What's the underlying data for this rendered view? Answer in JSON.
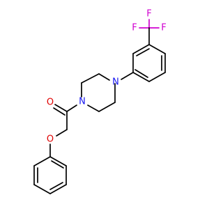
{
  "molecule": {
    "atoms": {
      "n_top": {
        "symbol": "N",
        "color": "#1515f0"
      },
      "n_bottom": {
        "symbol": "N",
        "color": "#1515f0"
      },
      "o_carbonyl": {
        "symbol": "O",
        "color": "#e00000"
      },
      "o_ether": {
        "symbol": "O",
        "color": "#e00000"
      },
      "f_left": {
        "symbol": "F",
        "color": "#d000d0"
      },
      "f_top": {
        "symbol": "F",
        "color": "#d000d0"
      },
      "f_right": {
        "symbol": "F",
        "color": "#d000d0"
      }
    },
    "bond_color": "#000000"
  }
}
